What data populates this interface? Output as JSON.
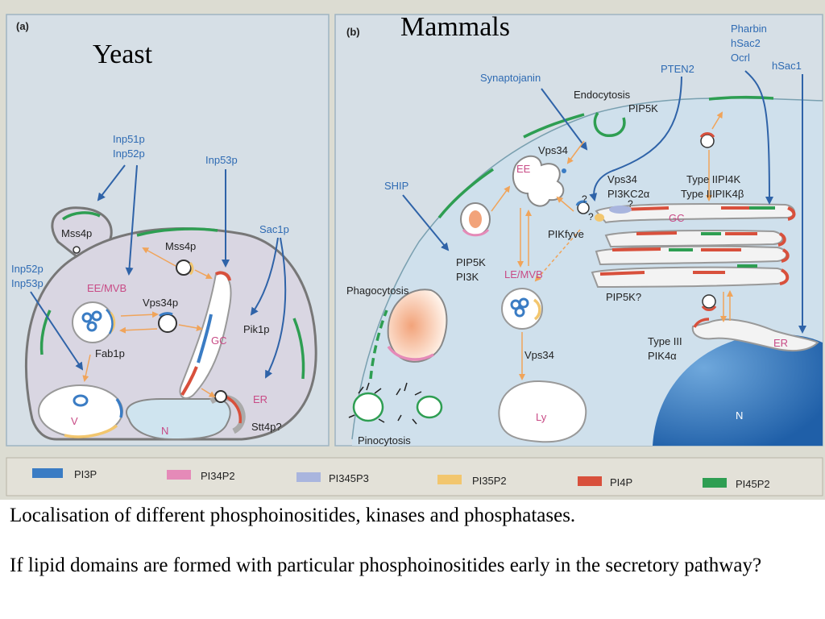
{
  "figure": {
    "panel_a": {
      "tag": "(a)",
      "title": "Yeast",
      "labels": {
        "inp51p": "Inp51p",
        "inp52p": "Inp52p",
        "inp53p_top": "Inp53p",
        "inp52p_left": "Inp52p",
        "inp53p_left": "Inp53p",
        "mss4p_bud": "Mss4p",
        "mss4p": "Mss4p",
        "sac1p": "Sac1p",
        "ee_mvb": "EE/MVB",
        "vps34p": "Vps34p",
        "pik1p": "Pik1p",
        "fab1p": "Fab1p",
        "gc": "GC",
        "er": "ER",
        "v": "V",
        "n": "N",
        "stt4p": "Stt4p?"
      }
    },
    "panel_b": {
      "tag": "(b)",
      "title": "Mammals",
      "labels": {
        "pharbin": "Pharbin",
        "hsac2": "hSac2",
        "ocrl": "Ocrl",
        "hsac1": "hSac1",
        "pten2": "PTEN2",
        "synaptojanin": "Synaptojanin",
        "endocytosis": "Endocytosis",
        "pip5k_top": "PIP5K",
        "vps34_ee": "Vps34",
        "ee": "EE",
        "vps34_b": "Vps34",
        "pi3kc2a": "PI3KC2α",
        "type2pi4k": "Type IIPI4K",
        "type3pi4kb": "Type IIIPIK4β",
        "q1": "?",
        "q2": "?",
        "q3": "?",
        "ship": "SHIP",
        "gc": "GC",
        "pikfyve": "PIKfyve",
        "pip5k_mid": "PIP5K",
        "pi3k": "PI3K",
        "le_mvb": "LE/MVB",
        "phagocytosis": "Phagocytosis",
        "pip5k_q": "PIP5K?",
        "vps34_ly": "Vps34",
        "type3": "Type III",
        "pik4a": "PIK4α",
        "er": "ER",
        "ly": "Ly",
        "n": "N",
        "pinocytosis": "Pinocytosis"
      }
    },
    "legend": [
      {
        "label": "PI3P",
        "color": "#3a7cc4"
      },
      {
        "label": "PI34P2",
        "color": "#e58ab8"
      },
      {
        "label": "PI345P3",
        "color": "#a9b5de"
      },
      {
        "label": "PI35P2",
        "color": "#f2c66e"
      },
      {
        "label": "PI4P",
        "color": "#d8503c"
      },
      {
        "label": "PI45P2",
        "color": "#2e9e52"
      }
    ],
    "colors": {
      "panel_bg": "#d6dfe6",
      "cell_bg": "#d9d6e2",
      "blue_text": "#2f6bb3",
      "pink_text": "#c84b86",
      "arrow": "#2f63a8",
      "orange_arrow": "#f0a45a",
      "nucleus": "#2f78c0"
    }
  },
  "caption": {
    "line1": "Localisation of different phosphoinositides, kinases and phosphatases.",
    "line2": "If lipid domains are formed with particular phosphoinositides early in the secretory pathway?"
  }
}
